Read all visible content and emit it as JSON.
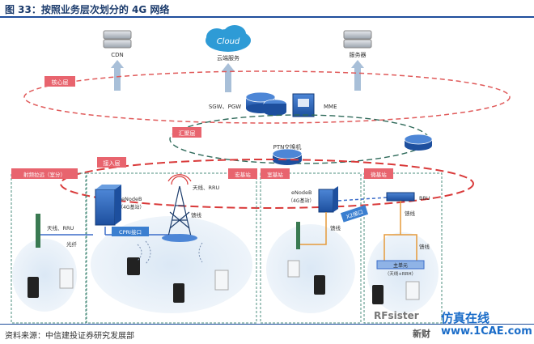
{
  "header": {
    "title": "图 33：按照业务层次划分的 4G 网络"
  },
  "footer": {
    "source": "资料来源：中信建投证券研究发展部"
  },
  "top_nodes": {
    "cdn": "CDN",
    "cloud": "Cloud",
    "cloud_service": "云端服务",
    "server": "服务器"
  },
  "core": {
    "label": "核心层",
    "sgw_pgw": "SGW、PGW",
    "mme": "MME"
  },
  "aggregation": {
    "label": "汇聚层",
    "ptn": "PTN交换机"
  },
  "access": {
    "label": "接入层"
  },
  "zones": {
    "left": "射频拉远（室分）",
    "macro": "宏基站",
    "small": "室基站",
    "smallcell": "微基站"
  },
  "labels": {
    "antenna_rru_left": "天线、RRU",
    "enodeb_a": "eNodeB",
    "enodeb_a_sub": "（4G基站）",
    "antenna_rru_tower": "天线、RRU",
    "feeder_tower": "馈线",
    "cpri": "CPRI接口",
    "fiber": "光纤",
    "enodeb_b": "eNodeB",
    "enodeb_b_sub": "（4G基站）",
    "feeder_b": "馈线",
    "x2": "X2接口",
    "bbu": "BBU",
    "feeder_c1": "馈线",
    "feeder_c2": "馈线",
    "rru_main": "主单元",
    "rru_sub": "（天线+RRH）"
  },
  "watermarks": {
    "a": "RFsister",
    "b": "仿真在线",
    "c": "www.1CAE.com",
    "d": "新财"
  }
}
